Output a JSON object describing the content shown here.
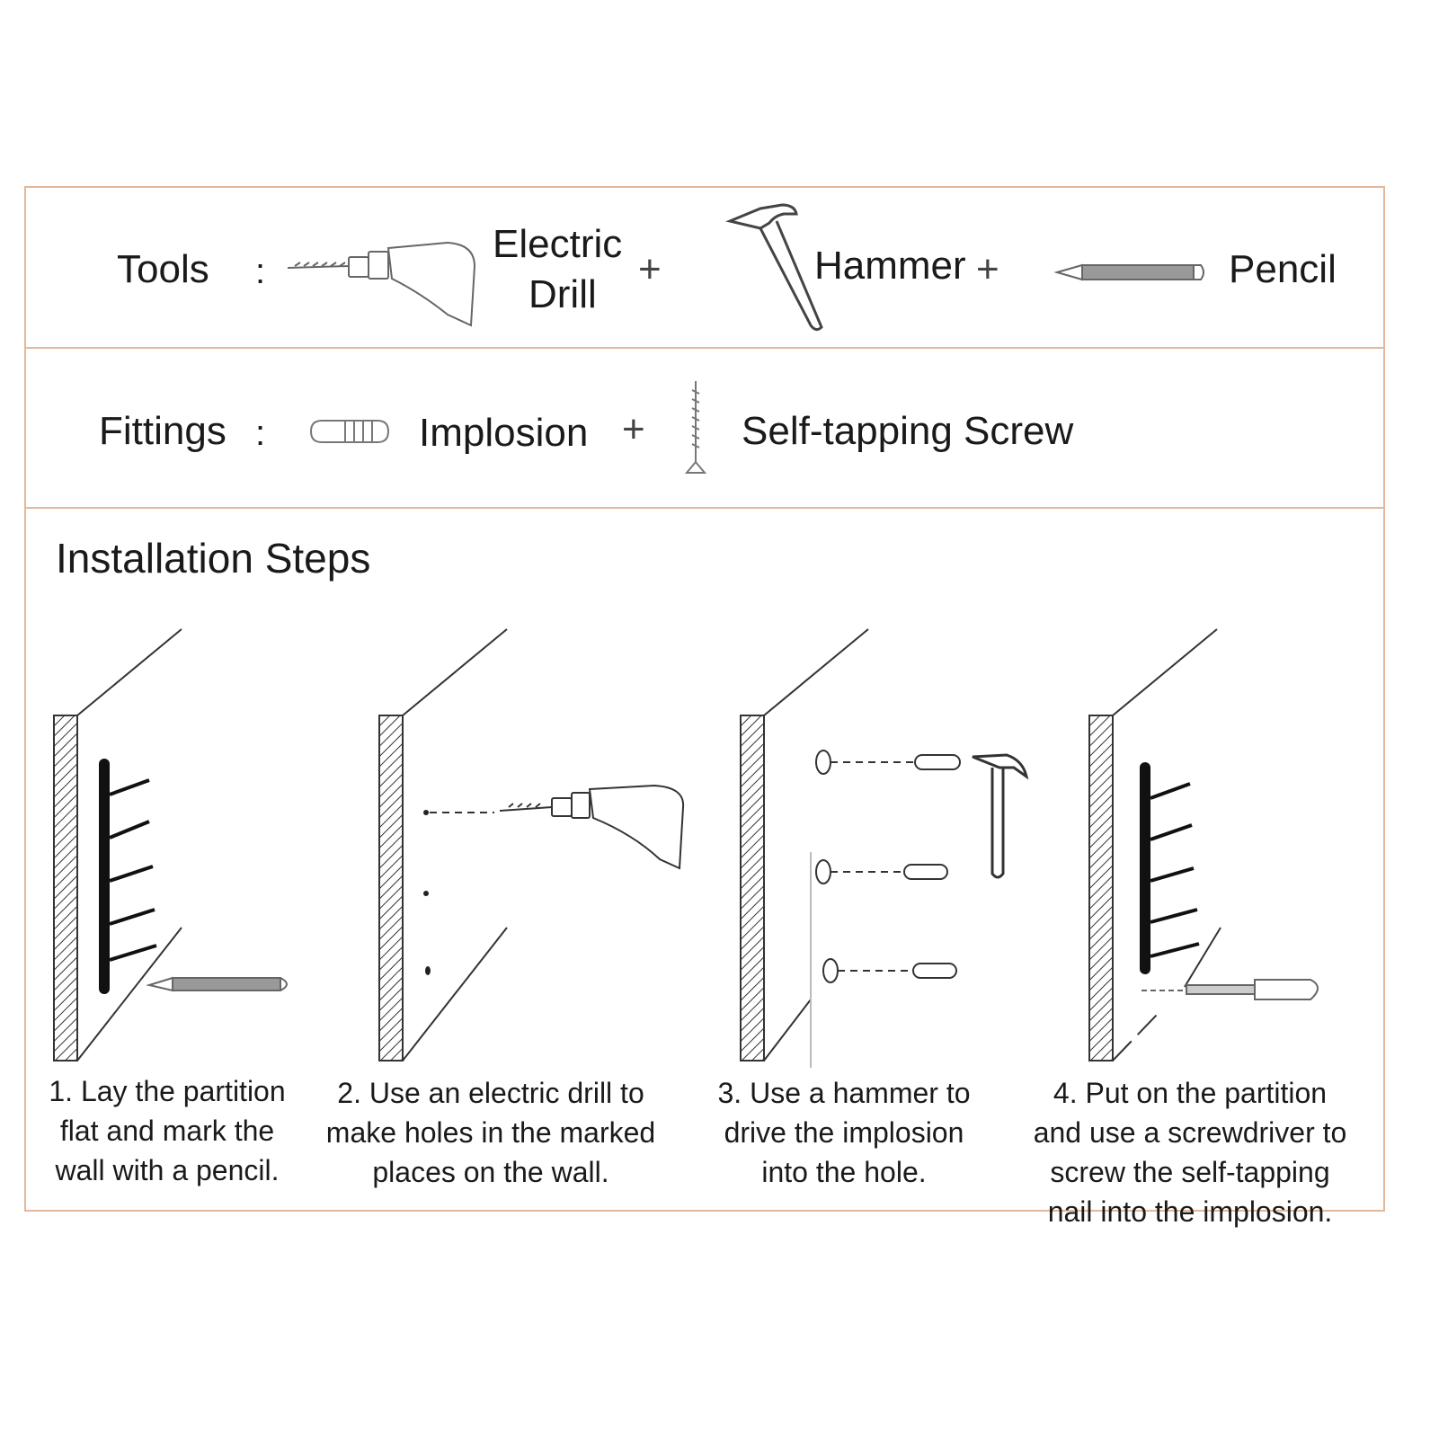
{
  "tools": {
    "label": "Tools",
    "separator": ":",
    "plus": "+",
    "items": [
      {
        "name_line1": "Electric",
        "name_line2": "Drill",
        "icon": "drill-icon"
      },
      {
        "name": "Hammer",
        "icon": "hammer-icon"
      },
      {
        "name": "Pencil",
        "icon": "pencil-icon"
      }
    ]
  },
  "fittings": {
    "label": "Fittings",
    "separator": ":",
    "plus": "+",
    "items": [
      {
        "name": "Implosion",
        "icon": "implosion-anchor-icon"
      },
      {
        "name": "Self-tapping Screw",
        "icon": "screw-icon"
      }
    ]
  },
  "installation": {
    "heading": "Installation Steps",
    "steps": [
      {
        "lines": [
          "1. Lay the partition",
          "flat and mark the",
          "wall with a pencil."
        ]
      },
      {
        "lines": [
          "2. Use an electric drill to",
          "make holes in the marked",
          "places on the wall."
        ]
      },
      {
        "lines": [
          "3. Use a hammer to",
          "drive the implosion",
          "into the hole."
        ]
      },
      {
        "lines": [
          "4. Put on the partition",
          "and use a screwdriver to",
          "screw the self-tapping",
          "nail into the implosion."
        ]
      }
    ]
  },
  "colors": {
    "border": "#e2b89a",
    "ink": "#1a1a1a",
    "line_art": "#555555"
  }
}
